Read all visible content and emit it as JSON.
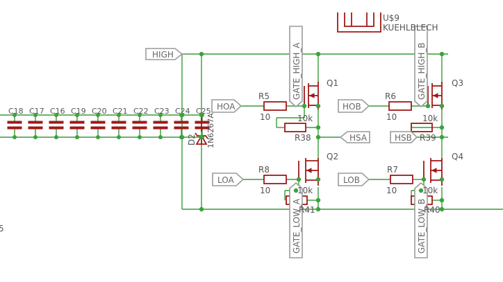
{
  "ports": {
    "high": "HIGH",
    "hoa": "HOA",
    "hob": "HOB",
    "hsa": "HSA",
    "hsb": "HSB",
    "loa": "LOA",
    "lob": "LOB",
    "gate_high_a": "GATE_HIGH_A",
    "gate_high_b": "GATE_HIGH_B",
    "gate_low_a": "GATE_LOW_A",
    "gate_low_b": "GATE_LOW_B"
  },
  "heatsink": {
    "name": "U$9",
    "value": "KUEHLBLECH"
  },
  "transistors": {
    "q1": "Q1",
    "q2": "Q2",
    "q3": "Q3",
    "q4": "Q4"
  },
  "resistors": {
    "r5": "R5",
    "r6": "R6",
    "r7": "R7",
    "r8": "R8",
    "r38": "R38",
    "r39": "R39",
    "r41": "R41",
    "r40": "R40",
    "val10": "10",
    "val10k": "10k"
  },
  "diode": {
    "name": "D2",
    "value": "1N6267A"
  },
  "capacitors": [
    "C18",
    "C17",
    "C16",
    "C19",
    "C20",
    "C21",
    "C22",
    "C23",
    "C24",
    "C25"
  ],
  "misc": {
    "edge_label": "5"
  }
}
